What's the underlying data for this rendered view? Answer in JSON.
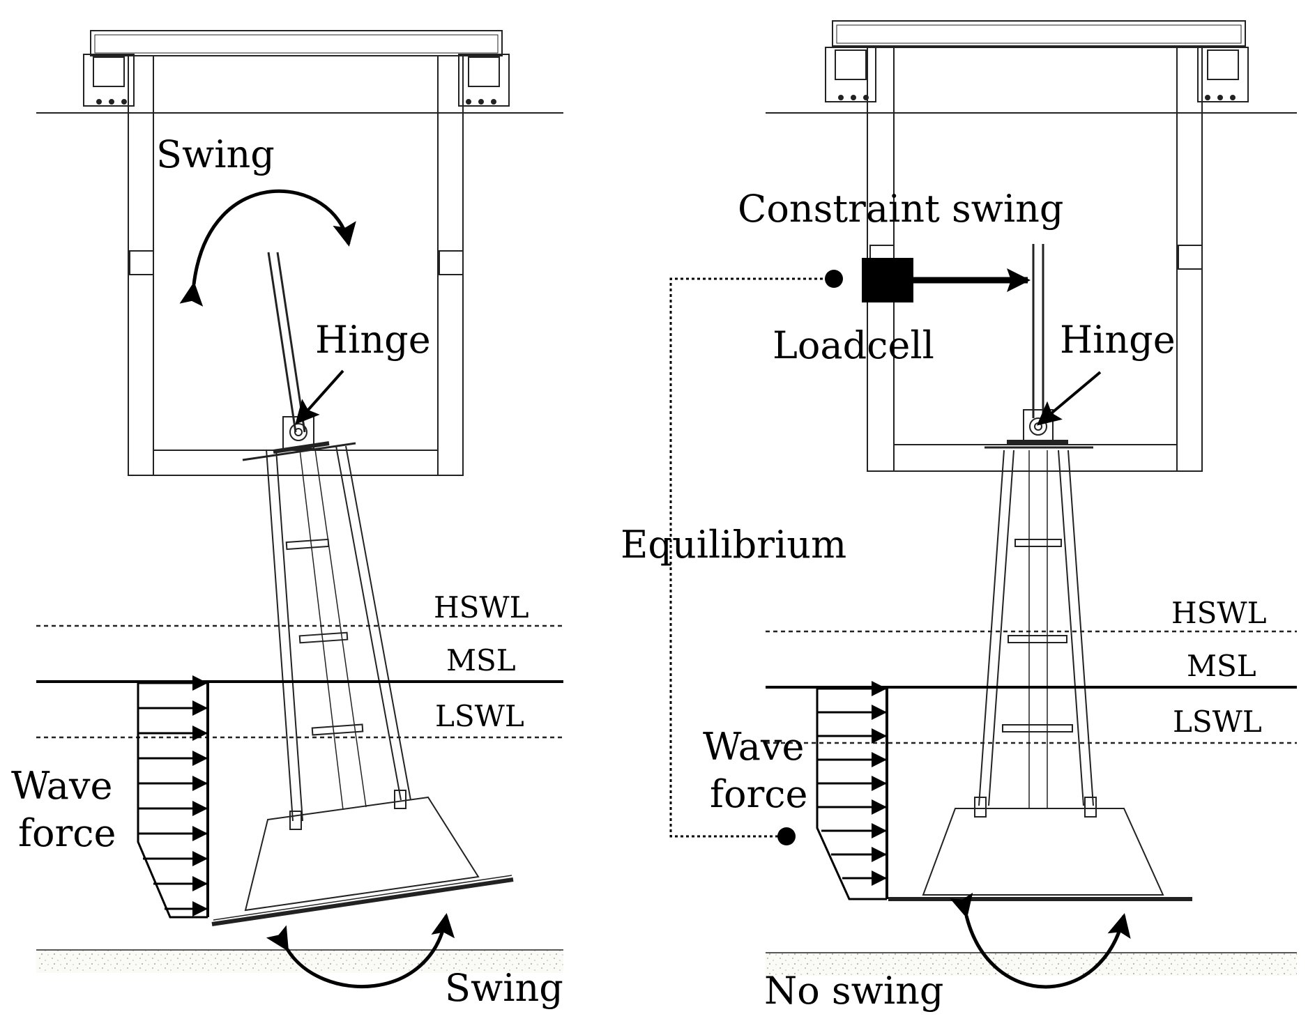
{
  "left_panel": {
    "swing_top": "Swing",
    "hinge": "Hinge",
    "hswl": "HSWL",
    "msl": "MSL",
    "lswl": "LSWL",
    "wave_force_line1": "Wave",
    "wave_force_line2": "force",
    "swing_bottom": "Swing"
  },
  "right_panel": {
    "constraint_swing": "Constraint swing",
    "loadcell": "Loadcell",
    "hinge": "Hinge",
    "equilibrium": "Equilibrium",
    "hswl": "HSWL",
    "msl": "MSL",
    "lswl": "LSWL",
    "wave_force_line1": "Wave",
    "wave_force_line2": "force",
    "no_swing": "No swing"
  }
}
